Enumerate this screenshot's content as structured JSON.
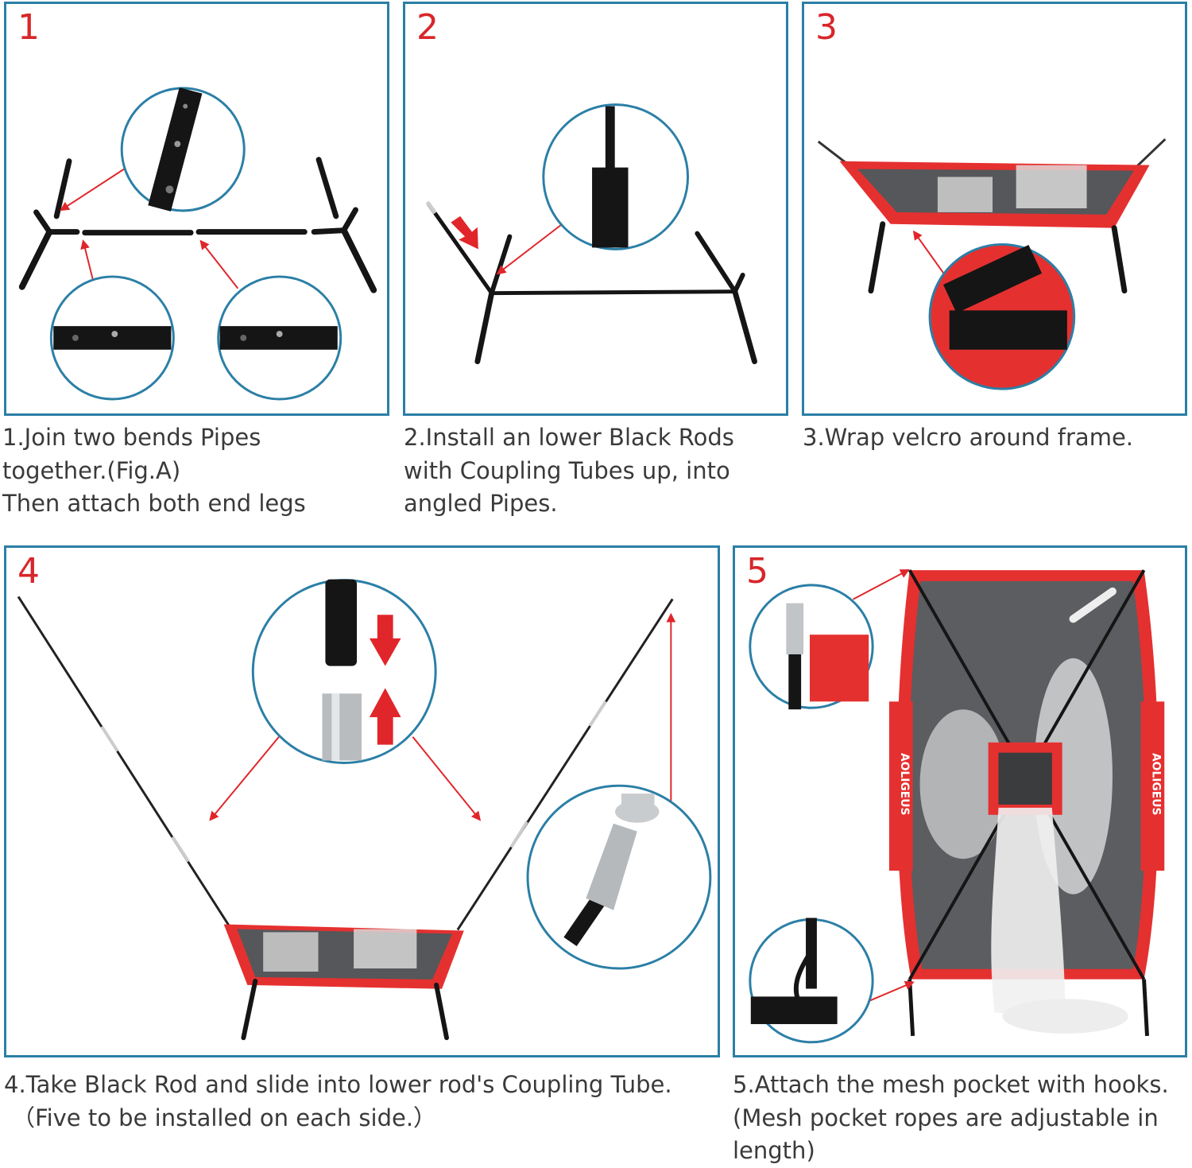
{
  "colors": {
    "frame_border": "#2b7fa6",
    "step_number": "#d8262a",
    "arrow": "#e0262a",
    "pipe": "#111111",
    "net_red": "#e53030",
    "mesh": "#5b5d60"
  },
  "steps": [
    {
      "number": "1",
      "caption": [
        "1.Join two bends Pipes",
        "together.(Fig.A)",
        "Then attach both end legs"
      ]
    },
    {
      "number": "2",
      "caption": [
        "2.Install an lower Black Rods",
        "with Coupling Tubes up, into",
        "angled Pipes."
      ]
    },
    {
      "number": "3",
      "caption": [
        "3.Wrap velcro around frame."
      ]
    },
    {
      "number": "4",
      "caption": [
        "4.Take Black Rod and slide into lower rod's Coupling Tube.",
        "（Five to be installed on each side.）"
      ]
    },
    {
      "number": "5",
      "caption": [
        "5.Attach the mesh pocket with hooks.",
        "(Mesh pocket ropes are adjustable in",
        "length)"
      ]
    }
  ],
  "net_brand": "AOLIGEUS"
}
